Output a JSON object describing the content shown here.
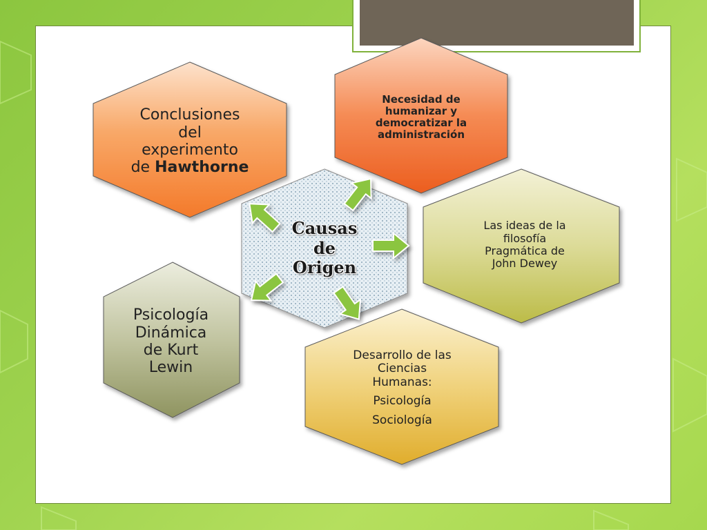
{
  "diagram": {
    "center": {
      "lines": [
        "Causas",
        "de",
        "Origen"
      ],
      "color": "#d6e3ea"
    },
    "nodes": {
      "hawthorne": {
        "prefix_lines": [
          "Conclusiones",
          "del",
          "experimento"
        ],
        "last_prefix": "de ",
        "bold": "Hawthorne",
        "color": "#f58a3a"
      },
      "humanizar": {
        "lines": [
          "Necesidad de",
          "humanizar y",
          "democratizar la",
          "administración"
        ],
        "color": "#ef6a2b"
      },
      "dewey": {
        "lines": [
          "Las ideas de la",
          "filosofía",
          "Pragmática de",
          "John Dewey"
        ],
        "color": "#cfcf6a"
      },
      "lewin": {
        "lines": [
          "Psicología",
          "Dinámica",
          "de Kurt",
          "Lewin"
        ],
        "color": "#a9ad7e"
      },
      "ciencias": {
        "lines": [
          "Desarrollo de las",
          "Ciencias",
          "Humanas:"
        ],
        "items": [
          "Psicología",
          "Sociología"
        ],
        "color": "#e6c04a"
      }
    },
    "arrow_color": "#8bc53f"
  }
}
